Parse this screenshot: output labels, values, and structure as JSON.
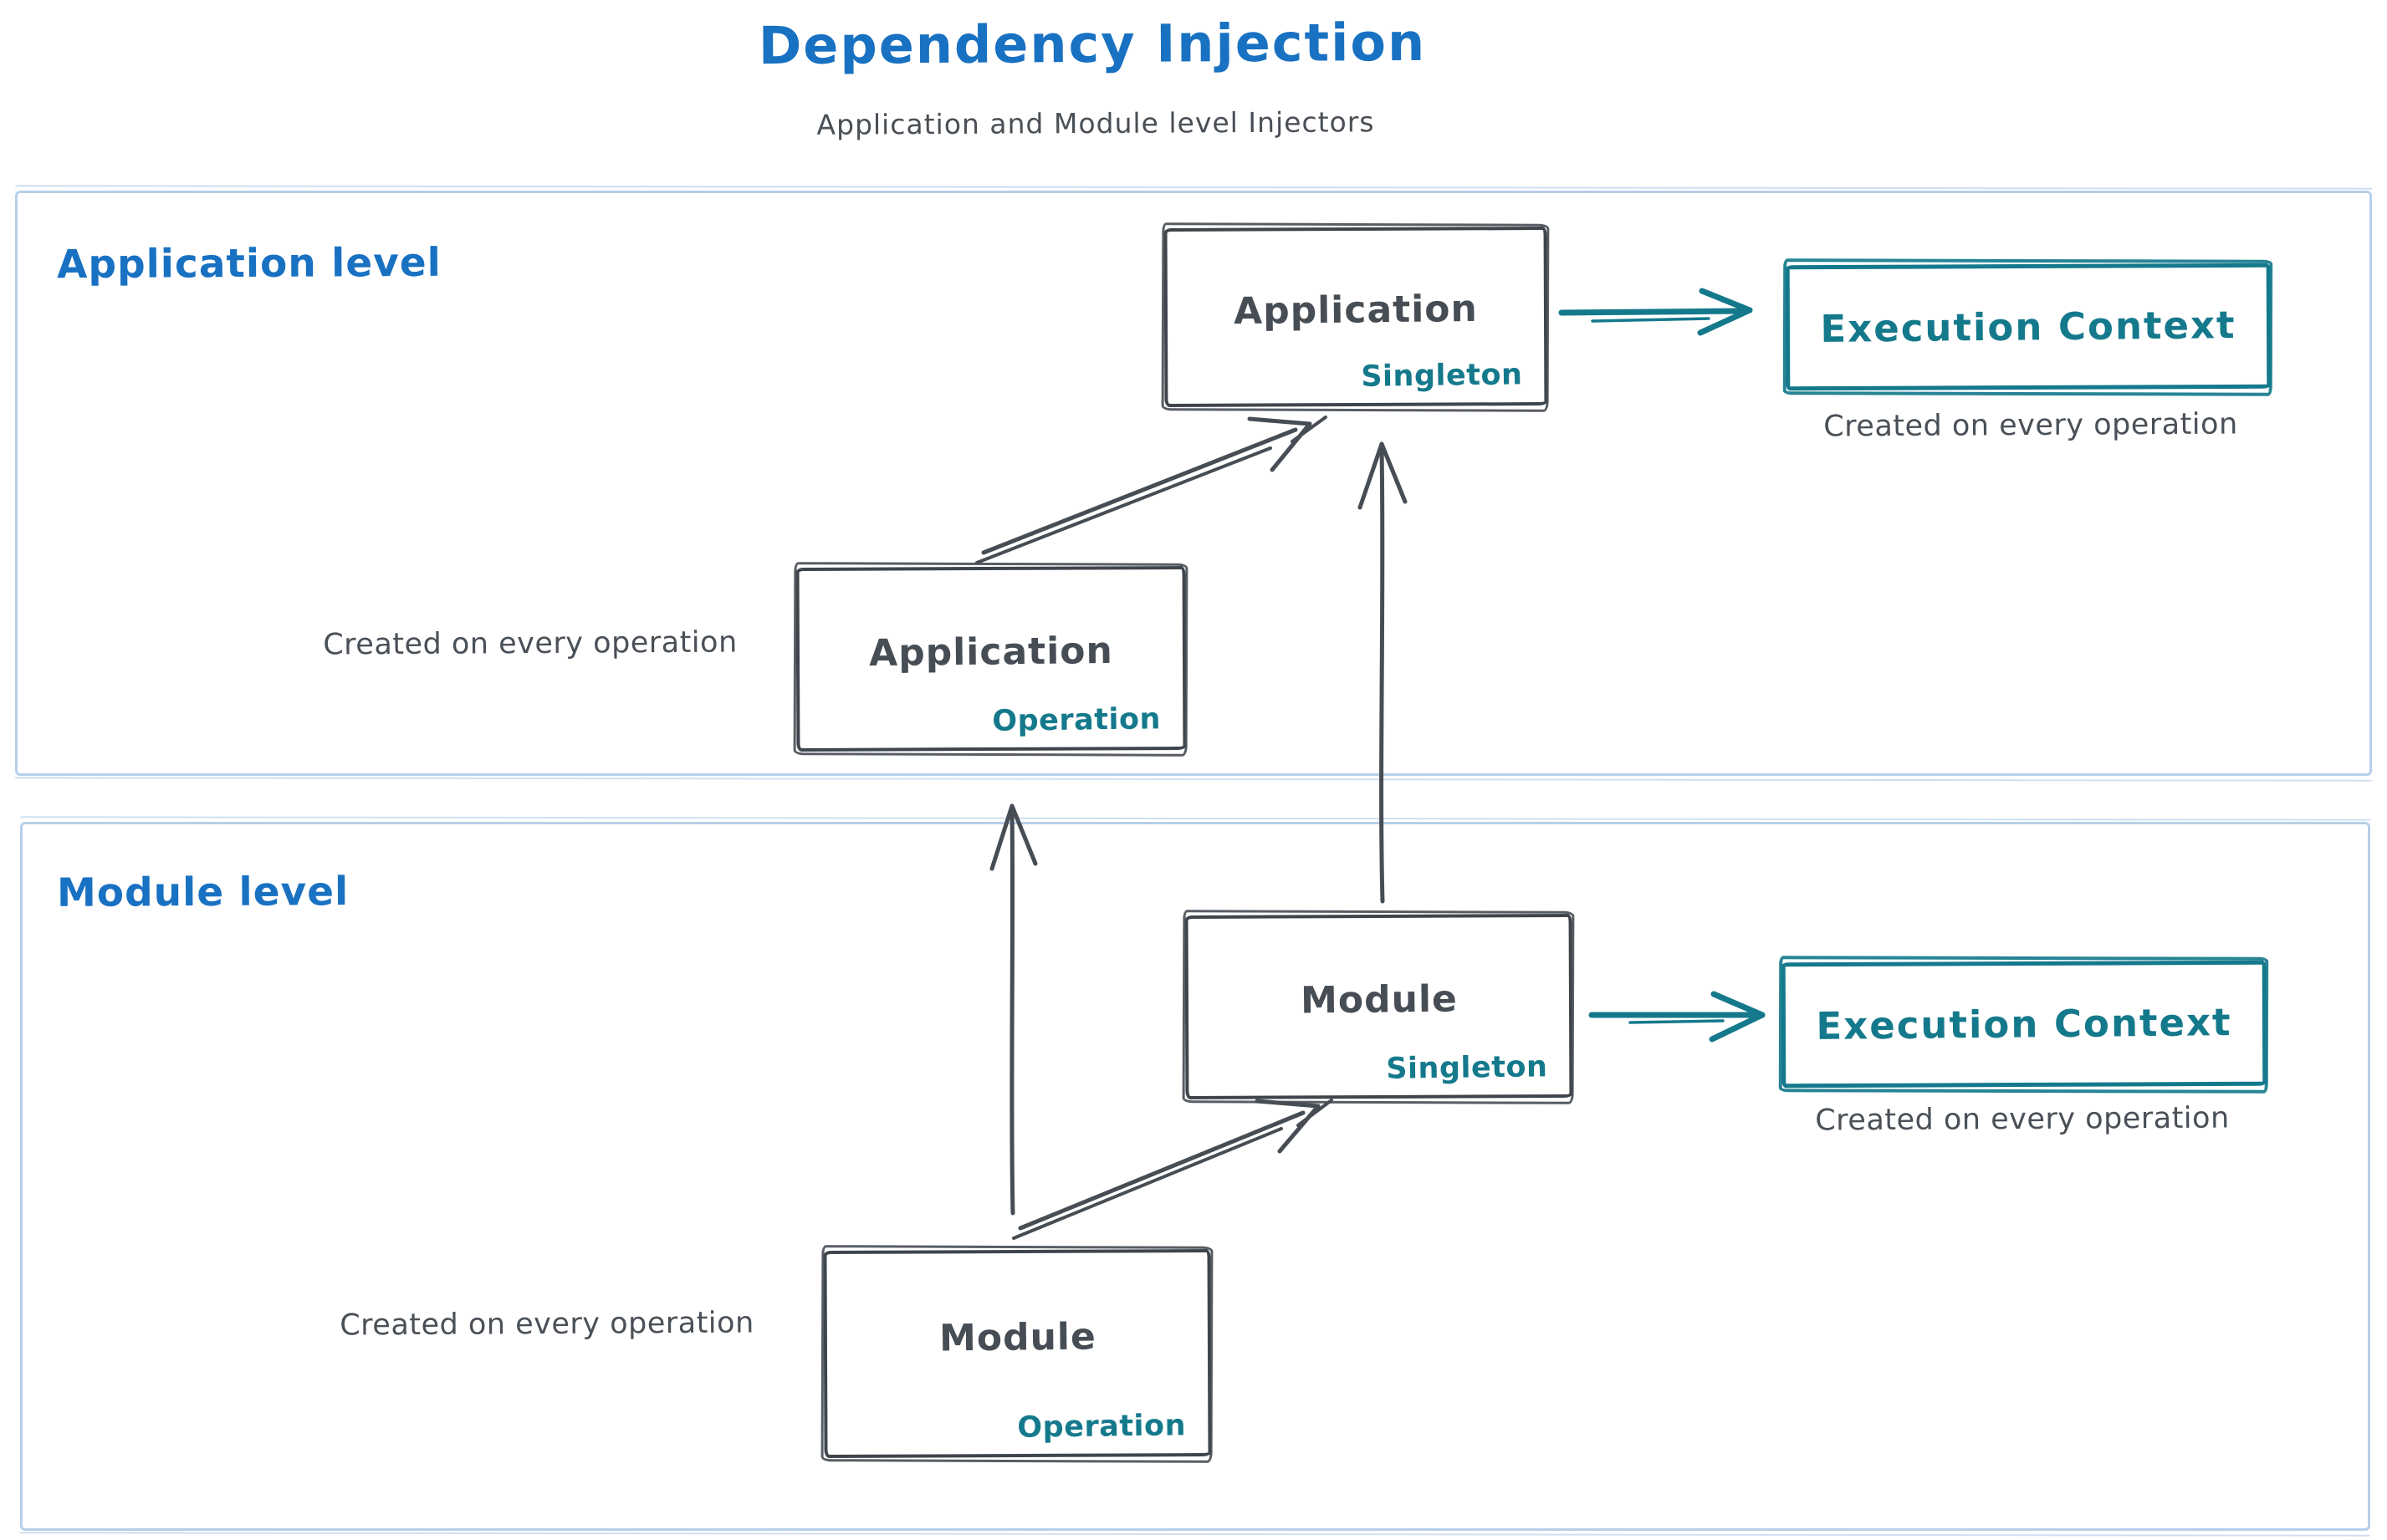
{
  "title": "Dependency Injection",
  "subtitle": "Application and Module level Injectors",
  "palette": {
    "title_blue": "#1971c2",
    "ink": "#474d54",
    "teal": "#15798c",
    "frame_blue": "#b6cfe9",
    "background": "#ffffff"
  },
  "sections": [
    {
      "label": "Application level",
      "singleton_box": {
        "name": "Application",
        "scope": "Singleton"
      },
      "operation_box": {
        "name": "Application",
        "scope": "Operation"
      },
      "operation_caption": "Created on every operation",
      "execution_context": {
        "label": "Execution Context",
        "caption": "Created on every operation"
      }
    },
    {
      "label": "Module level",
      "singleton_box": {
        "name": "Module",
        "scope": "Singleton"
      },
      "operation_box": {
        "name": "Module",
        "scope": "Operation"
      },
      "operation_caption": "Created on every operation",
      "execution_context": {
        "label": "Execution Context",
        "caption": "Created on every operation"
      }
    }
  ],
  "arrows": [
    {
      "id": "application-operation-to-application-singleton",
      "style": "ink"
    },
    {
      "id": "module-singleton-to-application-singleton",
      "style": "ink"
    },
    {
      "id": "module-operation-to-application-operation",
      "style": "ink"
    },
    {
      "id": "module-operation-to-module-singleton",
      "style": "ink"
    },
    {
      "id": "application-singleton-to-execution-context",
      "style": "teal"
    },
    {
      "id": "module-singleton-to-execution-context",
      "style": "teal"
    }
  ]
}
